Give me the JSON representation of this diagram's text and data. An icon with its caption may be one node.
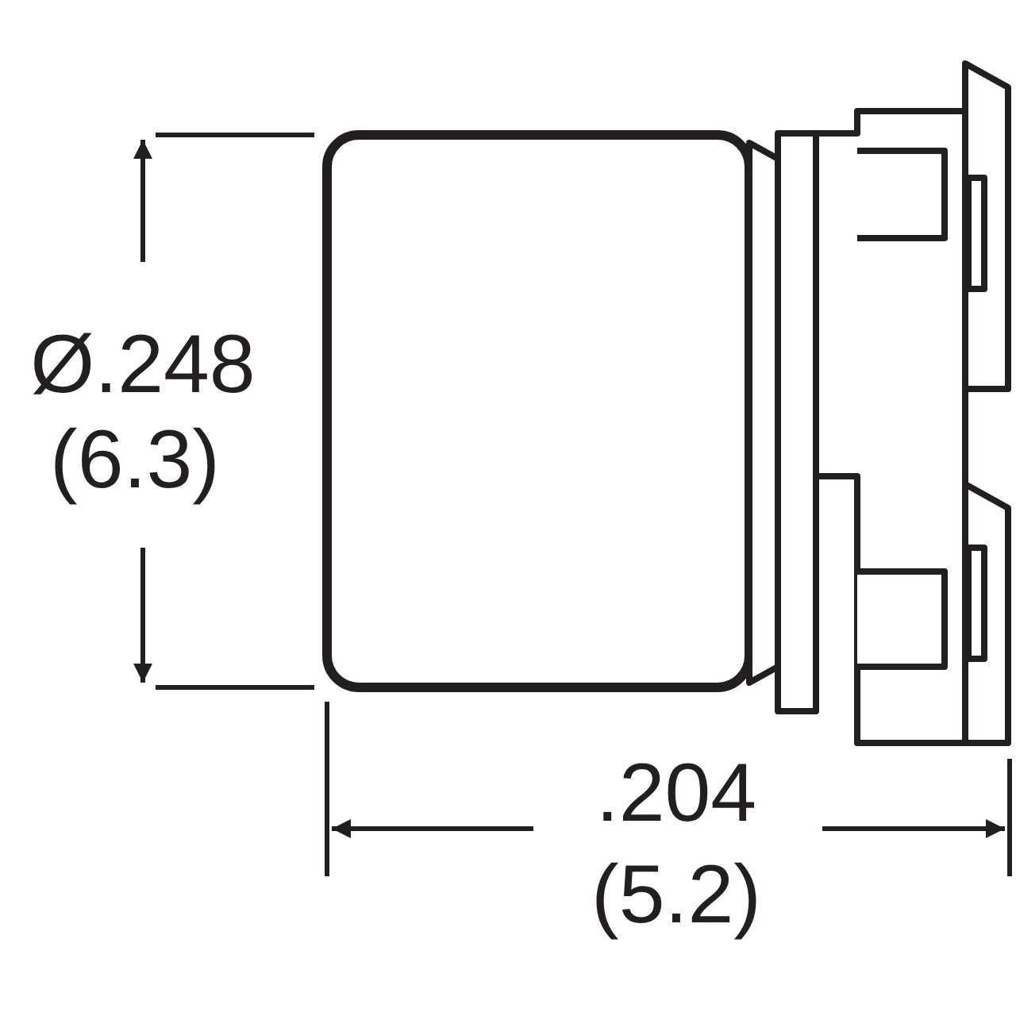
{
  "diagram": {
    "labels": [
      "Ø.248",
      "(6.3)",
      ".204",
      "(5.2)"
    ]
  }
}
